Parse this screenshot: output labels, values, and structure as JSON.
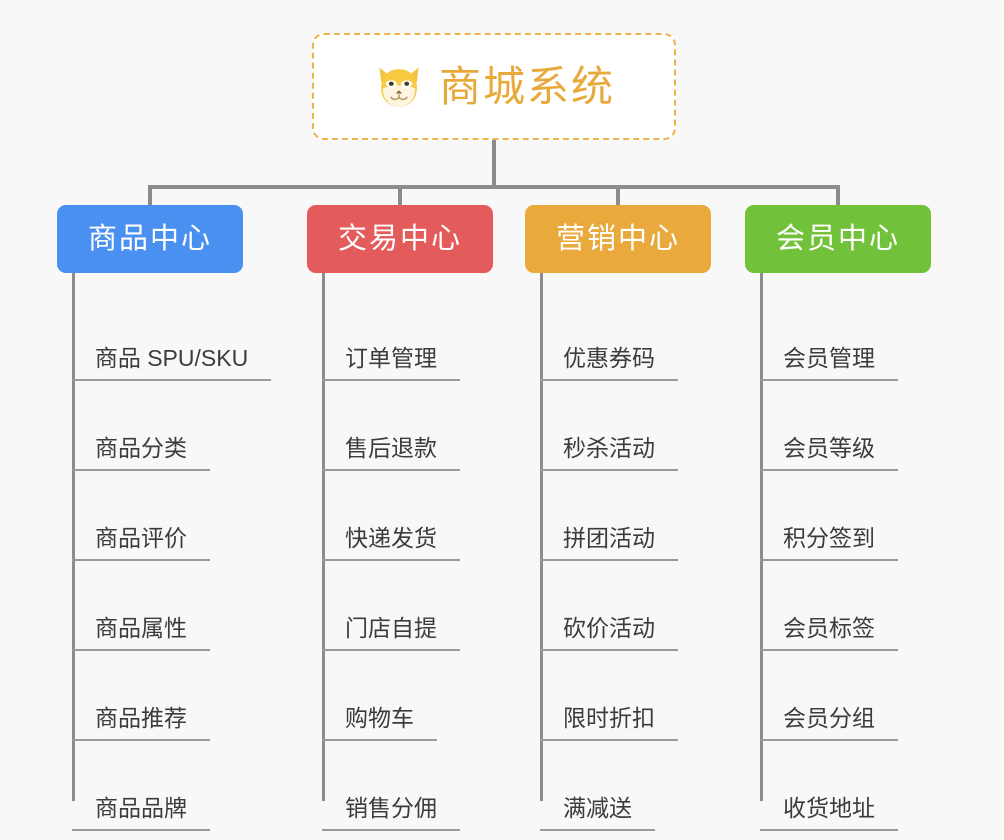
{
  "background_color": "#f8f8f8",
  "connector_color": "#8c8c8c",
  "root": {
    "icon": "shiba-dog-face-emoji",
    "title": "商城系统",
    "title_color": "#e8a93a",
    "border_color": "#eeb44a",
    "fill_color": "#ffffff"
  },
  "columns": [
    {
      "id": "product-center",
      "header": "商品中心",
      "color": "#4a90f0",
      "items": [
        "商品 SPU/SKU",
        "商品分类",
        "商品评价",
        "商品属性",
        "商品推荐",
        "商品品牌"
      ]
    },
    {
      "id": "trade-center",
      "header": "交易中心",
      "color": "#e35b5b",
      "items": [
        "订单管理",
        "售后退款",
        "快递发货",
        "门店自提",
        "购物车",
        "销售分佣"
      ]
    },
    {
      "id": "marketing-center",
      "header": "营销中心",
      "color": "#eaa93c",
      "items": [
        "优惠券码",
        "秒杀活动",
        "拼团活动",
        "砍价活动",
        "限时折扣",
        "满减送"
      ]
    },
    {
      "id": "member-center",
      "header": "会员中心",
      "color": "#72c13a",
      "items": [
        "会员管理",
        "会员等级",
        "积分签到",
        "会员标签",
        "会员分组",
        "收货地址"
      ]
    }
  ]
}
